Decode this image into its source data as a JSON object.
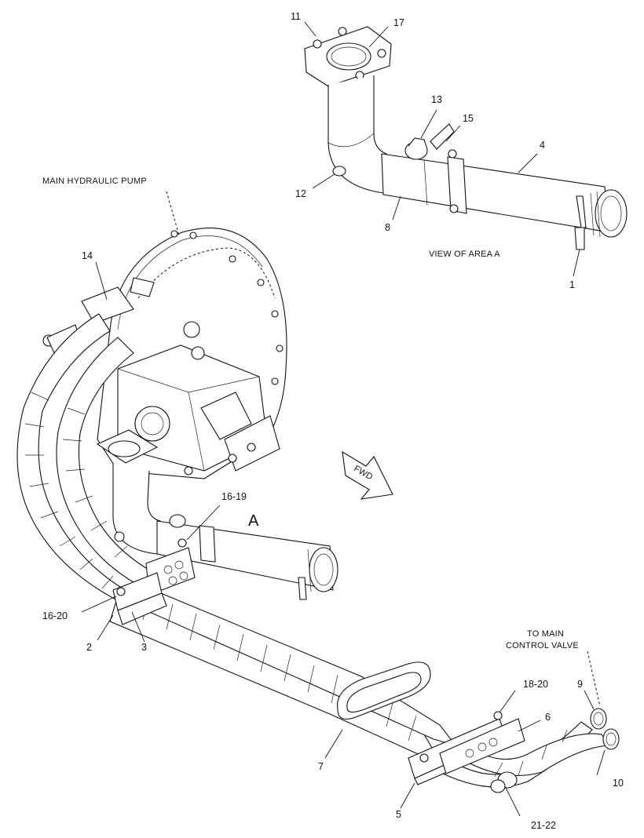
{
  "callouts": [
    {
      "id": "c11",
      "text": "11"
    },
    {
      "id": "c17",
      "text": "17"
    },
    {
      "id": "c13",
      "text": "13"
    },
    {
      "id": "c15",
      "text": "15"
    },
    {
      "id": "c4",
      "text": "4"
    },
    {
      "id": "c12",
      "text": "12"
    },
    {
      "id": "c8",
      "text": "8"
    },
    {
      "id": "c1",
      "text": "1"
    },
    {
      "id": "c14",
      "text": "14"
    },
    {
      "id": "c16_19",
      "text": "16-19"
    },
    {
      "id": "c16_20",
      "text": "16-20"
    },
    {
      "id": "c2",
      "text": "2"
    },
    {
      "id": "c3",
      "text": "3"
    },
    {
      "id": "c18_20",
      "text": "18-20"
    },
    {
      "id": "c9",
      "text": "9"
    },
    {
      "id": "c6",
      "text": "6"
    },
    {
      "id": "c7",
      "text": "7"
    },
    {
      "id": "c10",
      "text": "10"
    },
    {
      "id": "c5",
      "text": "5"
    },
    {
      "id": "c21_22",
      "text": "21-22"
    }
  ],
  "captions": {
    "main_pump": "MAIN HYDRAULIC PUMP",
    "view_area": "VIEW OF AREA A",
    "to_main_line1": "TO MAIN",
    "to_main_line2": "CONTROL VALVE",
    "area_letter": "A",
    "fwd": "FWD"
  }
}
